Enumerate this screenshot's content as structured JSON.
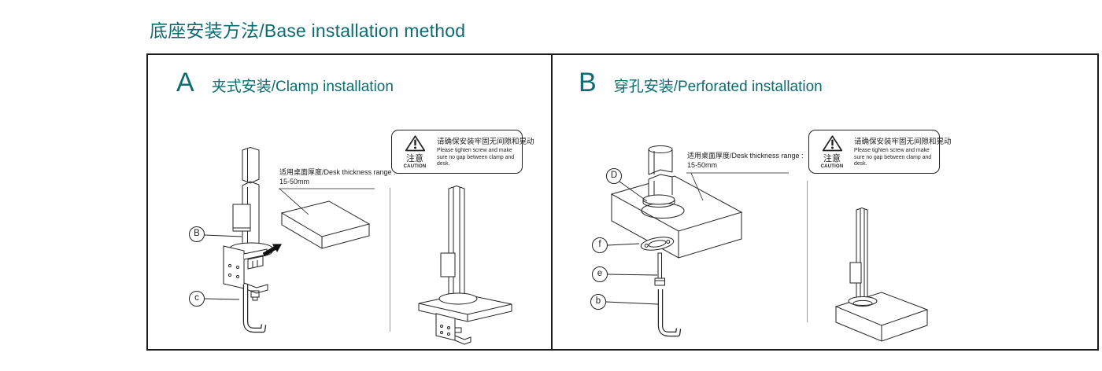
{
  "page": {
    "title": "底座安装方法/Base installation method"
  },
  "colors": {
    "accent": "#0e6b72",
    "line": "#222222"
  },
  "panel_a": {
    "letter": "A",
    "title": "夹式安装/Clamp installation",
    "thickness_note": {
      "line1": "适用桌面厚度/Desk thickness range :",
      "line2": "15-50mm"
    },
    "caution": {
      "zh_label": "注意",
      "en_label": "CAUTION",
      "zh_text": "请确保安装牢固无间隙和晃动",
      "en_text": "Please tighten screw and make sure no gap between clamp and desk."
    },
    "callouts": [
      {
        "id": "B"
      },
      {
        "id": "c"
      }
    ]
  },
  "panel_b": {
    "letter": "B",
    "title": "穿孔安装/Perforated installation",
    "thickness_note": {
      "line1": "适用桌面厚度/Desk thickness range :",
      "line2": "15-50mm"
    },
    "caution": {
      "zh_label": "注意",
      "en_label": "CAUTION",
      "zh_text": "请确保安装牢固无间隙和晃动",
      "en_text": "Please tighten screw and make sure no gap between clamp and desk."
    },
    "callouts": [
      {
        "id": "D"
      },
      {
        "id": "f"
      },
      {
        "id": "e"
      },
      {
        "id": "b"
      }
    ]
  }
}
